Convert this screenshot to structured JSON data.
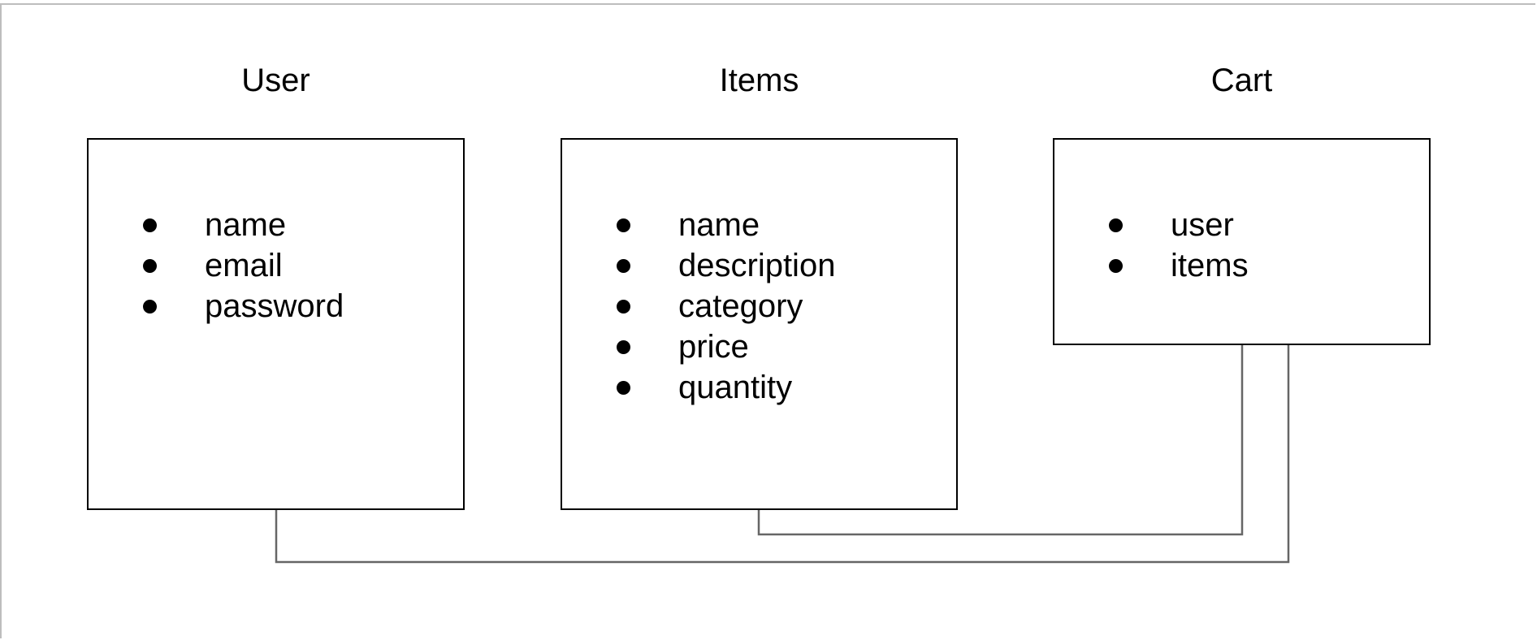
{
  "diagram": {
    "entities": [
      {
        "id": "user",
        "title": "User",
        "fields": [
          "name",
          "email",
          "password"
        ]
      },
      {
        "id": "items",
        "title": "Items",
        "fields": [
          "name",
          "description",
          "category",
          "price",
          "quantity"
        ]
      },
      {
        "id": "cart",
        "title": "Cart",
        "fields": [
          "user",
          "items"
        ]
      }
    ],
    "connections": [
      {
        "from": "items",
        "to": "cart"
      },
      {
        "from": "user",
        "to": "cart"
      }
    ],
    "colors": {
      "box_border": "#000000",
      "connector": "#666666",
      "frame": "#bdbdbd"
    }
  }
}
